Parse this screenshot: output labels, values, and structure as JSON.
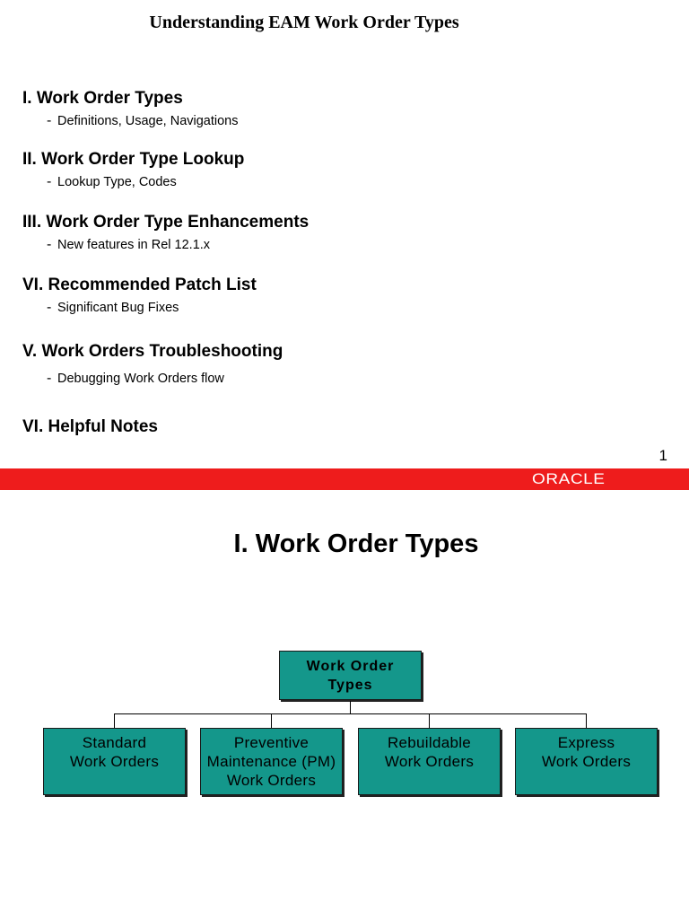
{
  "document": {
    "title": "Understanding EAM Work Order Types",
    "page_number": "1"
  },
  "outline": [
    {
      "heading": "I.  Work Order Types",
      "sub": "Definitions, Usage, Navigations"
    },
    {
      "heading": "II.  Work Order Type Lookup",
      "sub": "Lookup Type, Codes"
    },
    {
      "heading": "III.  Work Order Type Enhancements",
      "sub": "New features in Rel 12.1.x"
    },
    {
      "heading": "VI.  Recommended Patch List",
      "sub": "Significant Bug Fixes"
    },
    {
      "heading": "V.  Work Orders Troubleshooting",
      "sub": "Debugging Work Orders flow"
    },
    {
      "heading": "VI.  Helpful Notes",
      "sub": ""
    }
  ],
  "sub_bullet": "-",
  "banner": {
    "color": "#ee1c1c",
    "logo_text": "ORACLE"
  },
  "slide": {
    "title": "I. Work Order Types"
  },
  "diagram": {
    "node_color": "#14978b",
    "root": "Work Order\nTypes",
    "children": [
      "Standard\nWork Orders",
      "Preventive\nMaintenance (PM)\nWork Orders",
      "Rebuildable\nWork Orders",
      "Express\nWork Orders"
    ]
  }
}
